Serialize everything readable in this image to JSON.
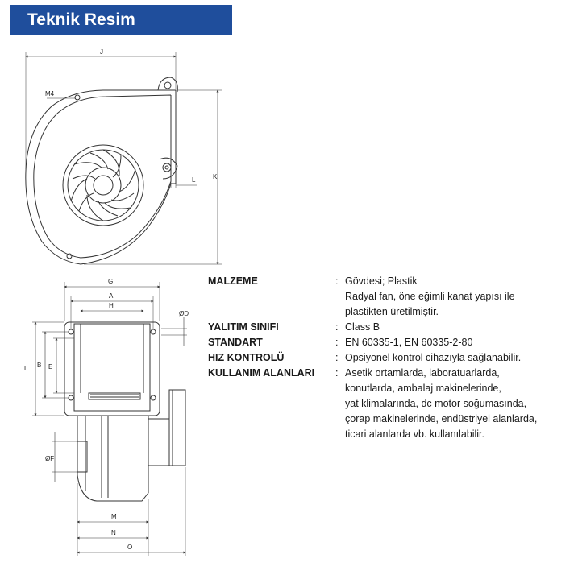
{
  "header": {
    "title": "Teknik Resim"
  },
  "labels": {
    "top": {
      "j": "J",
      "m4": "M4",
      "l": "L",
      "k": "K"
    },
    "side": {
      "g": "G",
      "a": "A",
      "h": "H",
      "d": "ØD",
      "l": "L",
      "b": "B",
      "e": "E",
      "f": "ØF",
      "m": "M",
      "n": "N",
      "o": "O"
    }
  },
  "specs": [
    {
      "label": "MALZEME",
      "colon": ":",
      "lines": [
        "Gövdesi; Plastik",
        "Radyal fan, öne eğimli kanat yapısı ile",
        "plastikten üretilmiştir."
      ]
    },
    {
      "label": "YALITIM SINIFI",
      "colon": ":",
      "lines": [
        "Class B"
      ]
    },
    {
      "label": "STANDART",
      "colon": ":",
      "lines": [
        "EN 60335-1, EN 60335-2-80"
      ]
    },
    {
      "label": "HIZ KONTROLÜ",
      "colon": ":",
      "lines": [
        "Opsiyonel kontrol cihazıyla sağlanabilir."
      ]
    },
    {
      "label": "KULLANIM ALANLARI",
      "colon": ":",
      "lines": [
        "Asetik ortamlarda, laboratuarlarda,",
        "konutlarda, ambalaj makinelerinde,",
        "yat klimalarında, dc motor soğumasında,",
        "çorap makinelerinde, endüstriyel alanlarda,",
        "ticari alanlarda vb. kullanılabilir."
      ]
    }
  ]
}
